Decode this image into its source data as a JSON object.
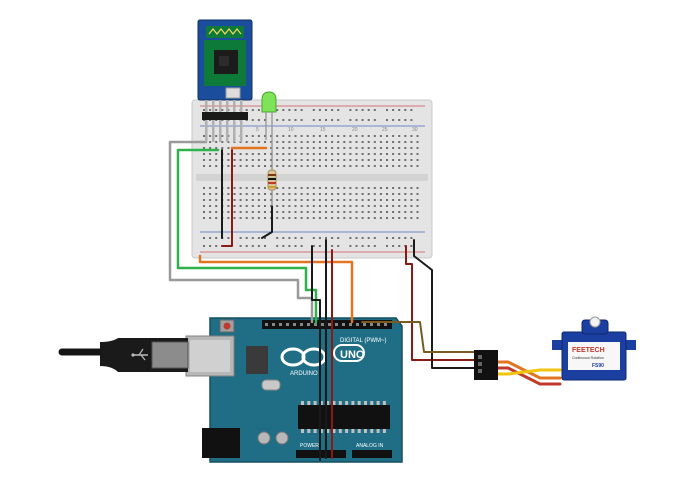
{
  "arduino": {
    "logo_text": "UNO",
    "brand_text": "ARDUINO",
    "digital_header": "DIGITAL (PWM~)",
    "analog_header": "ANALOG IN",
    "power_header": "POWER"
  },
  "servo": {
    "brand": "FEETECH",
    "model": "FS90",
    "subtitle": "Continuous Rotation"
  },
  "breadboard": {
    "col_numbers": [
      "1",
      "5",
      "10",
      "15",
      "20",
      "25",
      "30"
    ]
  },
  "colors": {
    "arduino_board": "#1f6e86",
    "breadboard": "#e6e6e6",
    "servo_body": "#1b3fa0",
    "bt_module": "#1a4e9c",
    "wire_orange": "#e37420",
    "wire_green": "#2fb24a",
    "wire_gray": "#9a9a9a",
    "wire_black": "#1a1a1a",
    "wire_red": "#8a1a14",
    "wire_brown": "#7a5a20",
    "led": "#7fe35a"
  }
}
